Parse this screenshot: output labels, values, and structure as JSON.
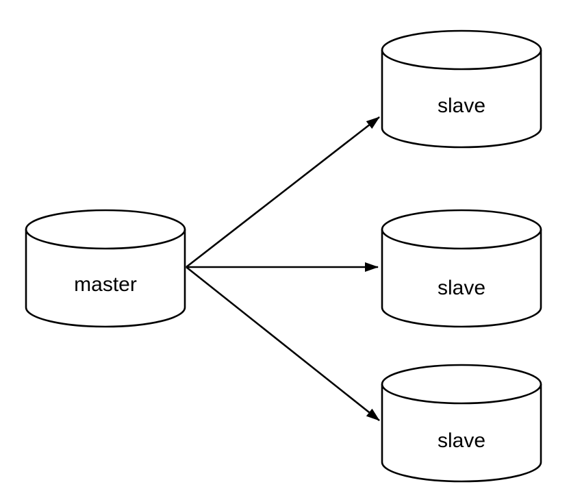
{
  "diagram": {
    "type": "master-slave-replication",
    "background_color": "#ffffff",
    "stroke_color": "#000000",
    "node_fill_color": "#ffffff",
    "nodes": {
      "master": {
        "label": "master",
        "shape": "database-cylinder"
      },
      "slaves": [
        {
          "label": "slave",
          "shape": "database-cylinder",
          "position": "top-right"
        },
        {
          "label": "slave",
          "shape": "database-cylinder",
          "position": "middle-right"
        },
        {
          "label": "slave",
          "shape": "database-cylinder",
          "position": "bottom-right"
        }
      ]
    },
    "edges": [
      {
        "from": "master",
        "to": "slave-top",
        "arrowhead": "filled-triangle"
      },
      {
        "from": "master",
        "to": "slave-middle",
        "arrowhead": "filled-triangle"
      },
      {
        "from": "master",
        "to": "slave-bottom",
        "arrowhead": "filled-triangle"
      }
    ]
  }
}
